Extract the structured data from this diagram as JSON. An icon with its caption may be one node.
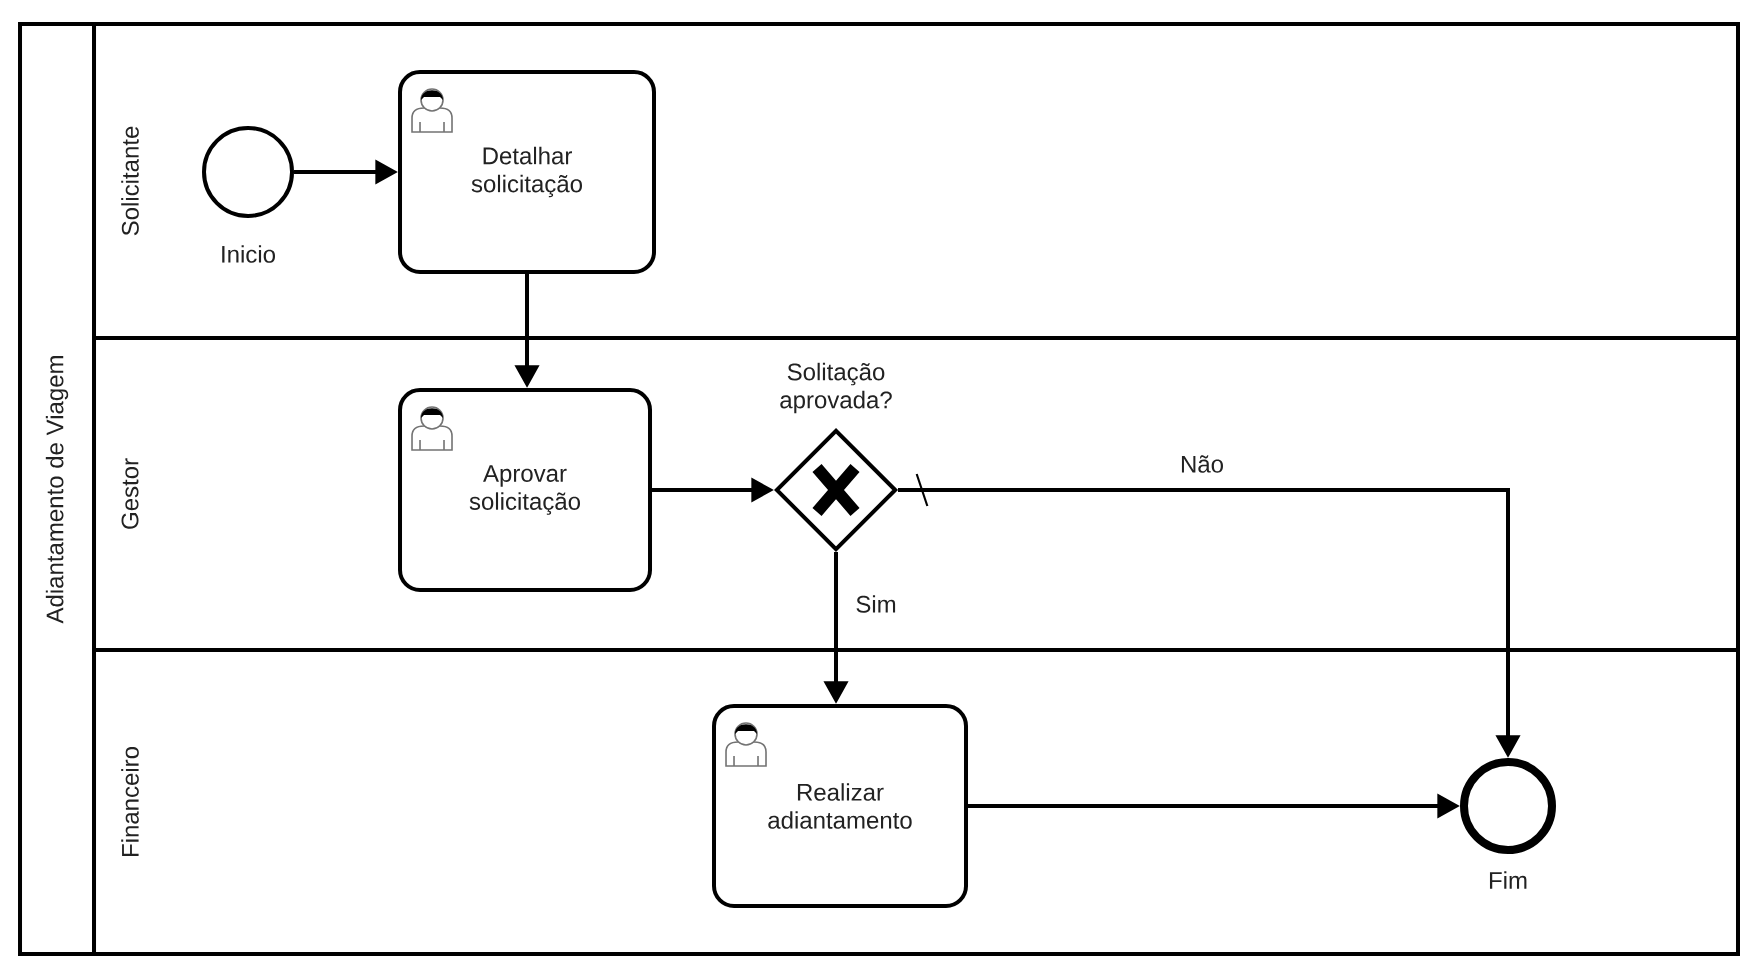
{
  "diagram": {
    "nodes": [
      {
        "text": [
          "Adiantamento de Viagem"
        ]
      },
      {
        "text": [
          "Solicitante"
        ],
        "in": 0
      },
      {
        "text": [
          "Gestor"
        ],
        "in": 0
      },
      {
        "text": [
          "Financeiro"
        ],
        "in": 0
      },
      {
        "text": [],
        "shape": "circle",
        "beside": [
          "Inicio"
        ],
        "in": 1
      },
      {
        "text": [
          "Detalhar solicitação"
        ],
        "in": 1
      },
      {
        "text": [
          "Aprovar solicitação"
        ],
        "in": 2
      },
      {
        "text": [],
        "shape": "diamond",
        "beside": [
          "Solitação aprovada?"
        ],
        "in": 2
      },
      {
        "text": [
          "Realizar adiantamento"
        ],
        "in": 3
      },
      {
        "text": [],
        "shape": "circle",
        "beside": [
          "Fim"
        ],
        "in": 3
      }
    ],
    "edges": [
      {
        "from": 4,
        "to": 5,
        "arrow": "to"
      },
      {
        "from": 5,
        "to": 6,
        "arrow": "to"
      },
      {
        "from": 6,
        "to": 7,
        "arrow": "to"
      },
      {
        "from": 7,
        "to": 9,
        "arrow": "to",
        "label": "Não"
      },
      {
        "from": 7,
        "to": 8,
        "arrow": "to",
        "label": "Sim"
      },
      {
        "from": 8,
        "to": 9,
        "arrow": "to"
      }
    ]
  }
}
